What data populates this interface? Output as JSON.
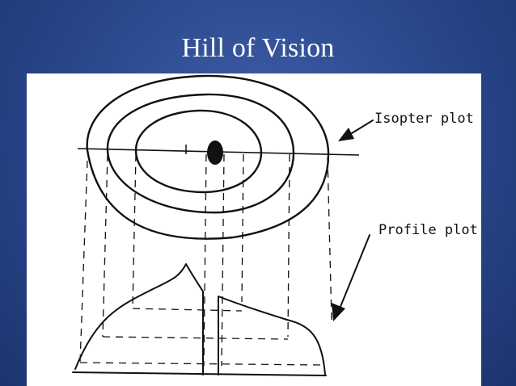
{
  "slide": {
    "title": "Hill of Vision",
    "background_color": "#2c4a8f",
    "title_color": "#ffffff"
  },
  "figure": {
    "labels": {
      "isopter": "Isopter plot",
      "profile": "Profile plot"
    }
  }
}
